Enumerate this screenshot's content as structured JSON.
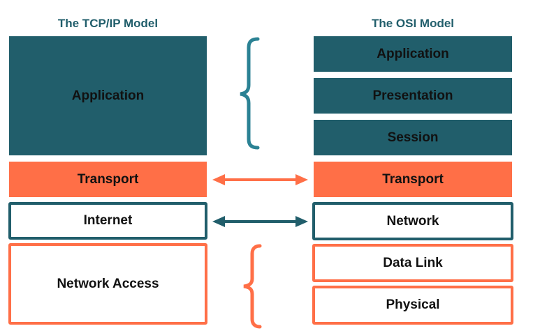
{
  "colors": {
    "teal": "#215E6B",
    "teal_brace": "#2B8294",
    "orange": "#FF6F47",
    "text": "#111111"
  },
  "tcpip": {
    "title": "The TCP/IP Model",
    "layers": [
      {
        "label": "Application",
        "style": "teal-fill"
      },
      {
        "label": "Transport",
        "style": "orange-fill"
      },
      {
        "label": "Internet",
        "style": "teal-outline"
      },
      {
        "label": "Network Access",
        "style": "orange-outline"
      }
    ]
  },
  "osi": {
    "title": "The OSI Model",
    "layers": [
      {
        "label": "Application",
        "style": "teal-fill"
      },
      {
        "label": "Presentation",
        "style": "teal-fill"
      },
      {
        "label": "Session",
        "style": "teal-fill"
      },
      {
        "label": "Transport",
        "style": "orange-fill"
      },
      {
        "label": "Network",
        "style": "teal-outline"
      },
      {
        "label": "Data Link",
        "style": "orange-outline"
      },
      {
        "label": "Physical",
        "style": "orange-outline"
      }
    ]
  },
  "mappings": [
    {
      "connector": "brace",
      "tcpip": "Application",
      "osi": [
        "Application",
        "Presentation",
        "Session"
      ],
      "color": "teal"
    },
    {
      "connector": "double-arrow",
      "tcpip": "Transport",
      "osi": [
        "Transport"
      ],
      "color": "orange"
    },
    {
      "connector": "double-arrow",
      "tcpip": "Internet",
      "osi": [
        "Network"
      ],
      "color": "teal"
    },
    {
      "connector": "brace",
      "tcpip": "Network Access",
      "osi": [
        "Data Link",
        "Physical"
      ],
      "color": "orange"
    }
  ]
}
